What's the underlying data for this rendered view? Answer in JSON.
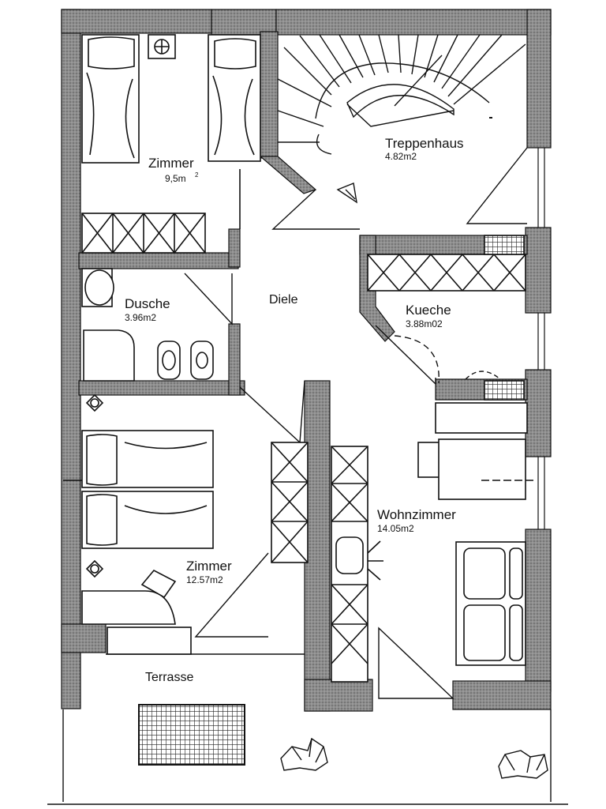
{
  "rooms": {
    "zimmer1": {
      "name": "Zimmer",
      "area_num": "9,5m",
      "area_sup": "2"
    },
    "treppenhaus": {
      "name": "Treppenhaus",
      "area": "4.82m2"
    },
    "dusche": {
      "name": "Dusche",
      "area": "3.96m2"
    },
    "diele": {
      "name": "Diele"
    },
    "kueche": {
      "name": "Kueche",
      "area": "3.88m02"
    },
    "wohnzimmer": {
      "name": "Wohnzimmer",
      "area": "14.05m2"
    },
    "zimmer2": {
      "name": "Zimmer",
      "area": "12.57m2"
    },
    "terrasse": {
      "name": "Terrasse"
    }
  },
  "colors": {
    "wall_fill": "#9a9a9a",
    "line": "#111111",
    "background": "#ffffff"
  }
}
